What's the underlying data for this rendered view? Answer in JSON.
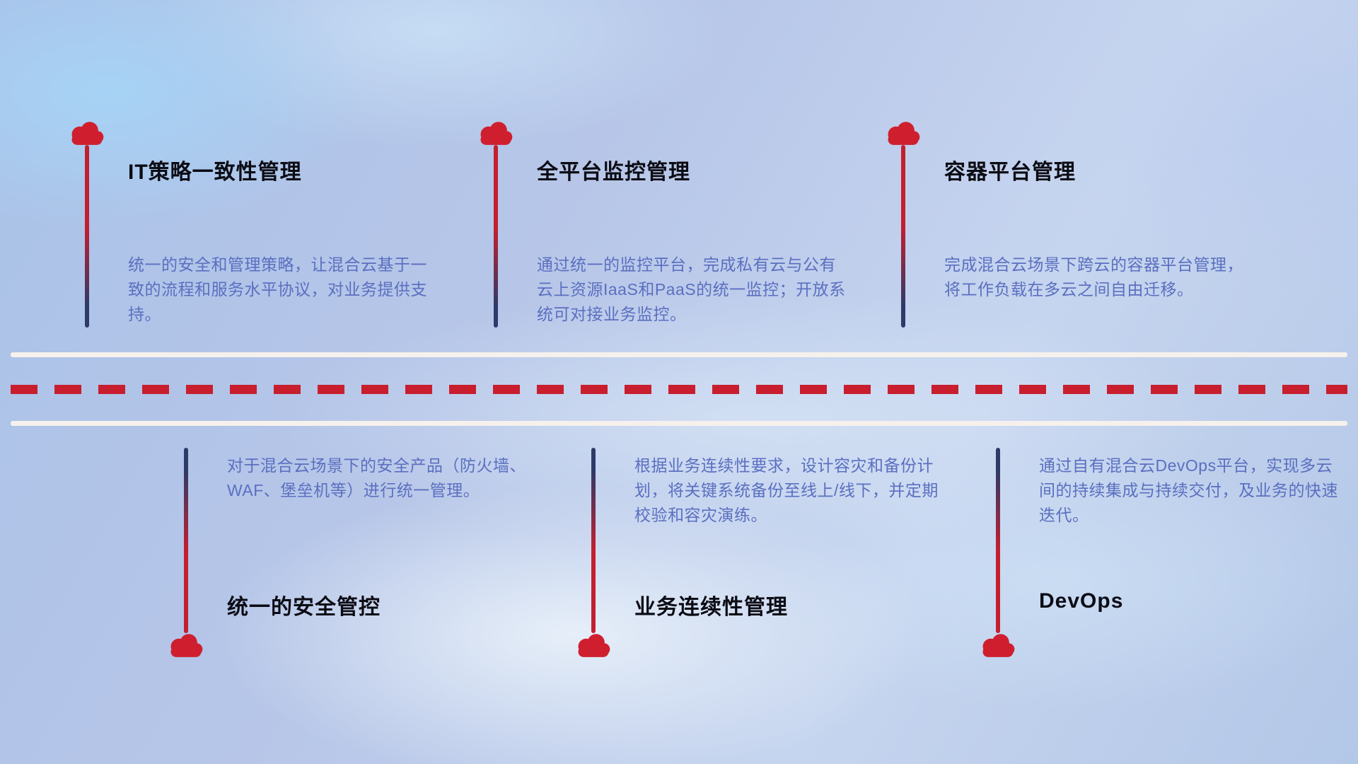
{
  "colors": {
    "cloud_red": "#cf1f2e",
    "stem_red": "#c31f2f",
    "stem_navy": "#2e3a68",
    "title_color": "#0c0c14",
    "desc_color": "#5b6fc0",
    "road_white": "#f6f1ec",
    "dash_red": "#c81e2e"
  },
  "top_items": [
    {
      "title": "IT策略一致性管理",
      "description": "统一的安全和管理策略，让混合云基于一致的流程和服务水平协议，对业务提供支持。"
    },
    {
      "title": "全平台监控管理",
      "description": "通过统一的监控平台，完成私有云与公有云上资源IaaS和PaaS的统一监控；开放系统可对接业务监控。"
    },
    {
      "title": "容器平台管理",
      "description": "完成混合云场景下跨云的容器平台管理，将工作负载在多云之间自由迁移。"
    }
  ],
  "bottom_items": [
    {
      "title": "统一的安全管控",
      "description": "对于混合云场景下的安全产品（防火墙、WAF、堡垒机等）进行统一管理。"
    },
    {
      "title": "业务连续性管理",
      "description": "根据业务连续性要求，设计容灾和备份计划，将关键系统备份至线上/线下，并定期校验和容灾演练。"
    },
    {
      "title": "DevOps",
      "description": "通过自有混合云DevOps平台，实现多云间的持续集成与持续交付，及业务的快速迭代。"
    }
  ]
}
